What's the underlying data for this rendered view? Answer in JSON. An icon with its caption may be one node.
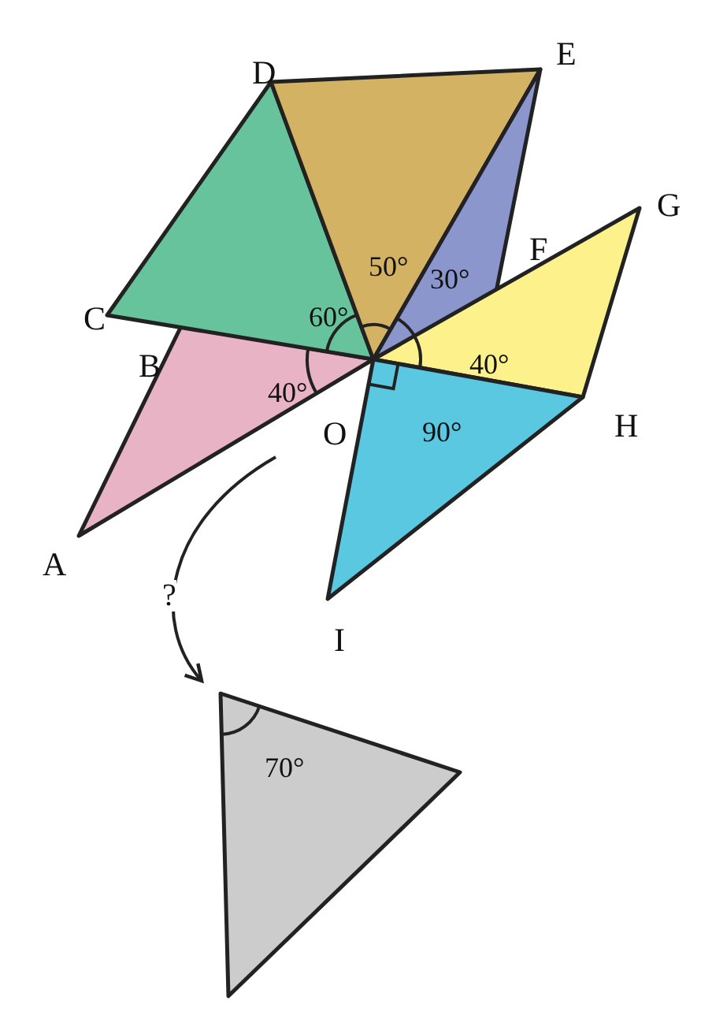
{
  "diagram": {
    "nodes": [
      {
        "text": [
          "40°"
        ]
      },
      {
        "text": [
          "60°"
        ]
      },
      {
        "text": [
          "50°"
        ]
      },
      {
        "text": [
          "30°"
        ]
      },
      {
        "text": [
          "40°"
        ]
      },
      {
        "text": [
          "90°"
        ]
      },
      {
        "text": [
          "70°"
        ]
      }
    ],
    "edges": [
      {
        "from": null,
        "to": 6,
        "arrow": "to",
        "label": "?"
      }
    ],
    "labels": [
      "D",
      "E",
      "G",
      "F",
      "C",
      "B",
      "O",
      "H",
      "A",
      "I"
    ]
  }
}
